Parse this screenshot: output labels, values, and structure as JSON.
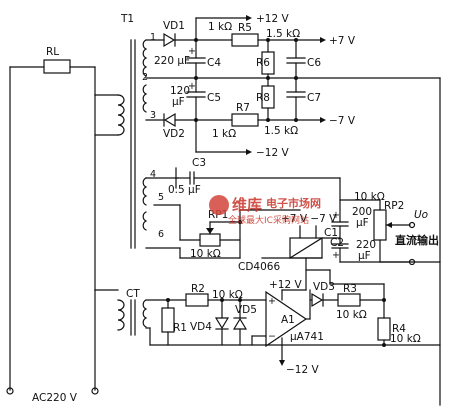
{
  "labels": {
    "rl": "RL",
    "t1": "T1",
    "ct": "CT",
    "ac": "AC220 V",
    "vd1": "VD1",
    "vd2": "VD2",
    "vd3": "VD3",
    "vd4": "VD4",
    "vd5": "VD5",
    "r5": "R5",
    "r6": "R6",
    "r7": "R7",
    "r8": "R8",
    "r1": "R1",
    "r2": "R2",
    "r3": "R3",
    "r4": "R4",
    "c3": "C3",
    "c4": "C4",
    "c5": "C5",
    "c6": "C6",
    "c7": "C7",
    "c1": "C1",
    "c2": "C2",
    "rp1": "RP1",
    "rp2": "RP2",
    "a1": "A1",
    "ua741": "μA741",
    "cd4066": "CD4066",
    "plus12_top": "+12 V",
    "plus7": "+7 V",
    "minus7": "−7 V",
    "minus12_mid": "−12 V",
    "plus12_amp": "+12 V",
    "minus12_amp": "−12 V",
    "sw_supply": "+7 V −7 V",
    "uo": "Uo",
    "dc_out": "直流输出",
    "k1": "1 kΩ",
    "k1_7": "1 kΩ",
    "k15_6": "1.5 kΩ",
    "k15_8": "1.5 kΩ",
    "uf220_c4": "220 μF",
    "uf120": "120",
    "uf120_unit": "μF",
    "uf05": "0.5 μF",
    "k10_rp1": "10 kΩ",
    "k10_rp2": "10 kΩ",
    "k10_r2": "10 kΩ",
    "k10_r3": "10 kΩ",
    "k10_r4": "10 kΩ",
    "c1_val": "200",
    "c1_unit": "μF",
    "c2_val": "220",
    "c2_unit": "μF",
    "pin1": "1",
    "pin2": "2",
    "pin3": "3",
    "pin4": "4",
    "pin5": "5",
    "pin6": "6",
    "plus_c4": "+",
    "plus_c5": "+",
    "plus_c1": "+",
    "plus_c2": "+",
    "plus_in": "+",
    "minus_in": "−",
    "wm_brand": "维库",
    "wm_site": "电子市场网",
    "wm_sub": "全球最大IC采购网站"
  }
}
